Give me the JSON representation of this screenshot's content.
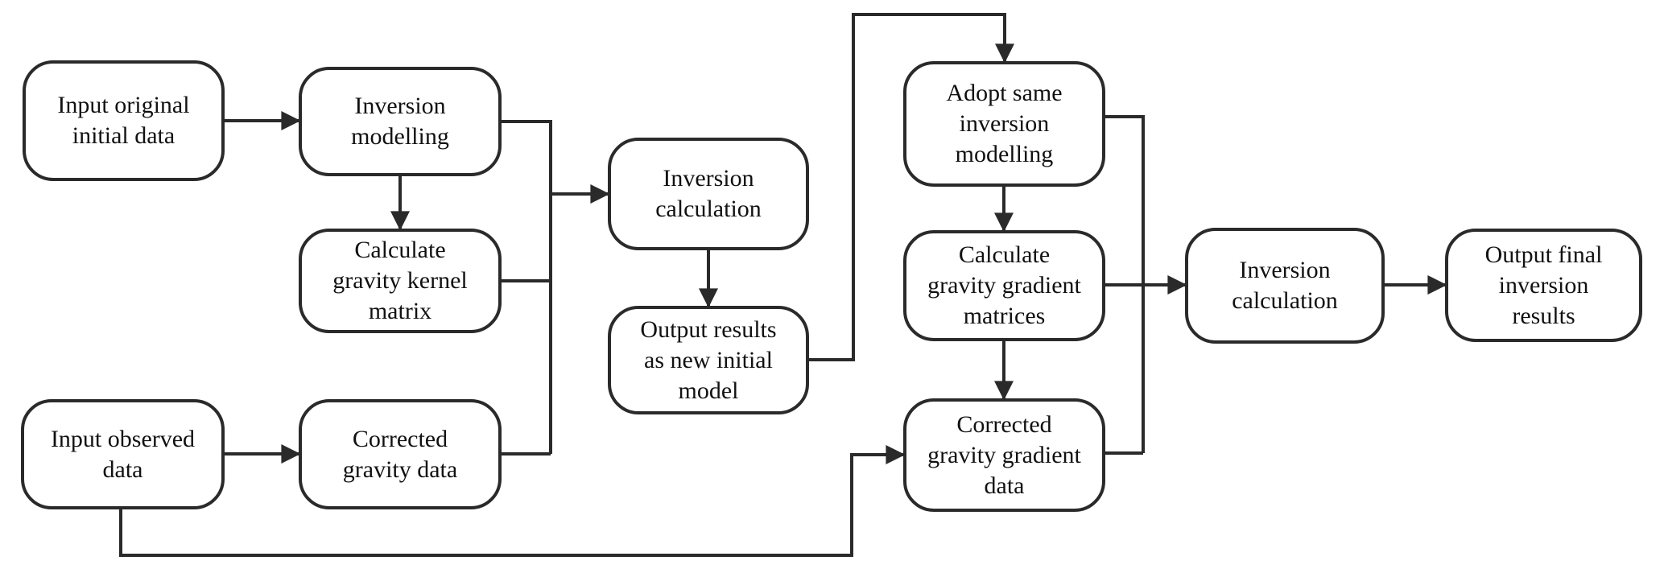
{
  "diagram": {
    "colors": {
      "stroke_color": "#2a2a2a",
      "text_color": "#111111",
      "bg_color": "#ffffff"
    },
    "nodes": [
      {
        "id": "input-original-initial-data",
        "label": "Input original\ninitial data"
      },
      {
        "id": "inversion-modelling",
        "label": "Inversion\nmodelling"
      },
      {
        "id": "calculate-gravity-kernel-matrix",
        "label": "Calculate\ngravity kernel\nmatrix"
      },
      {
        "id": "input-observed-data",
        "label": "Input observed\ndata"
      },
      {
        "id": "corrected-gravity-data",
        "label": "Corrected\ngravity data"
      },
      {
        "id": "inversion-calculation-first",
        "label": "Inversion\ncalculation"
      },
      {
        "id": "output-results-as-new-initial-model",
        "label": "Output results\nas new initial\nmodel"
      },
      {
        "id": "adopt-same-inversion-modelling",
        "label": "Adopt same\ninversion\nmodelling"
      },
      {
        "id": "calculate-gravity-gradient-matrices",
        "label": "Calculate\ngravity gradient\nmatrices"
      },
      {
        "id": "corrected-gravity-gradient-data",
        "label": "Corrected\ngravity gradient\ndata"
      },
      {
        "id": "inversion-calculation-second",
        "label": "Inversion\ncalculation"
      },
      {
        "id": "output-final-inversion-results",
        "label": "Output final\ninversion\nresults"
      }
    ]
  }
}
